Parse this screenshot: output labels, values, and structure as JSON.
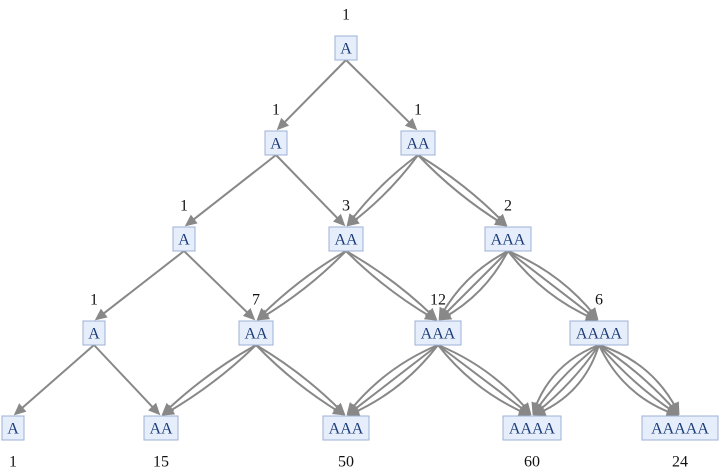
{
  "diagram": {
    "colors": {
      "node_fill": "#e6eefb",
      "node_stroke": "#9cb0d6",
      "node_text": "#1a3a78",
      "edge": "#888888",
      "count_text": "#111111"
    },
    "nodes": [
      {
        "id": "r0n1",
        "label": "A",
        "count": "1"
      },
      {
        "id": "r1n1",
        "label": "A",
        "count": "1"
      },
      {
        "id": "r1n2",
        "label": "AA",
        "count": "1"
      },
      {
        "id": "r2n1",
        "label": "A",
        "count": "1"
      },
      {
        "id": "r2n2",
        "label": "AA",
        "count": "3"
      },
      {
        "id": "r2n3",
        "label": "AAA",
        "count": "2"
      },
      {
        "id": "r3n1",
        "label": "A",
        "count": "1"
      },
      {
        "id": "r3n2",
        "label": "AA",
        "count": "7"
      },
      {
        "id": "r3n3",
        "label": "AAA",
        "count": "12"
      },
      {
        "id": "r3n4",
        "label": "AAAA",
        "count": "6"
      },
      {
        "id": "r4n1",
        "label": "A",
        "count": "1"
      },
      {
        "id": "r4n2",
        "label": "AA",
        "count": "15"
      },
      {
        "id": "r4n3",
        "label": "AAA",
        "count": "50"
      },
      {
        "id": "r4n4",
        "label": "AAAA",
        "count": "60"
      },
      {
        "id": "r4n5",
        "label": "AAAAA",
        "count": "24"
      }
    ],
    "edges": [
      {
        "from": "r0n1",
        "to": "r1n1",
        "multiplicity": 1
      },
      {
        "from": "r0n1",
        "to": "r1n2",
        "multiplicity": 1
      },
      {
        "from": "r1n1",
        "to": "r2n1",
        "multiplicity": 1
      },
      {
        "from": "r1n1",
        "to": "r2n2",
        "multiplicity": 1
      },
      {
        "from": "r1n2",
        "to": "r2n2",
        "multiplicity": 2
      },
      {
        "from": "r1n2",
        "to": "r2n3",
        "multiplicity": 2
      },
      {
        "from": "r2n1",
        "to": "r3n1",
        "multiplicity": 1
      },
      {
        "from": "r2n1",
        "to": "r3n2",
        "multiplicity": 1
      },
      {
        "from": "r2n2",
        "to": "r3n2",
        "multiplicity": 2
      },
      {
        "from": "r2n2",
        "to": "r3n3",
        "multiplicity": 2
      },
      {
        "from": "r2n3",
        "to": "r3n3",
        "multiplicity": 3
      },
      {
        "from": "r2n3",
        "to": "r3n4",
        "multiplicity": 3
      },
      {
        "from": "r3n1",
        "to": "r4n1",
        "multiplicity": 1
      },
      {
        "from": "r3n1",
        "to": "r4n2",
        "multiplicity": 1
      },
      {
        "from": "r3n2",
        "to": "r4n2",
        "multiplicity": 2
      },
      {
        "from": "r3n2",
        "to": "r4n3",
        "multiplicity": 2
      },
      {
        "from": "r3n3",
        "to": "r4n3",
        "multiplicity": 3
      },
      {
        "from": "r3n3",
        "to": "r4n4",
        "multiplicity": 3
      },
      {
        "from": "r3n4",
        "to": "r4n4",
        "multiplicity": 4
      },
      {
        "from": "r3n4",
        "to": "r4n5",
        "multiplicity": 4
      }
    ]
  }
}
